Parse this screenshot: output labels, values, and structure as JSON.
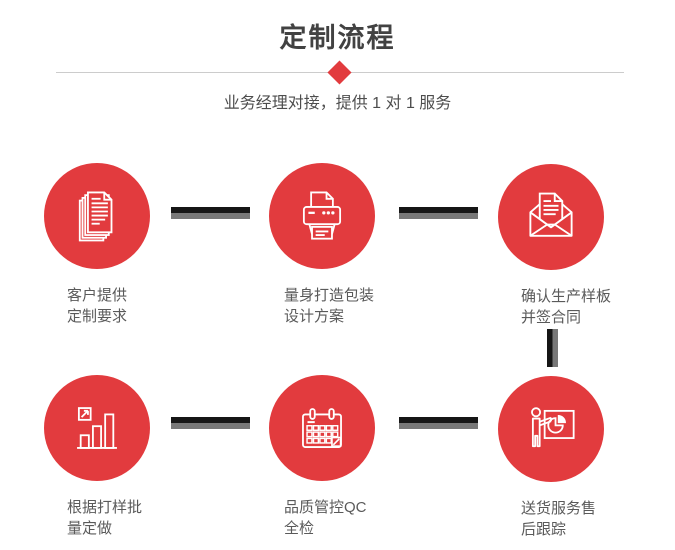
{
  "header": {
    "title": "定制流程",
    "subtitle": "业务经理对接，提供 1 对 1 服务"
  },
  "steps": [
    {
      "icon": "documents-icon",
      "label": "客户提供\n定制要求"
    },
    {
      "icon": "printer-icon",
      "label": "量身打造包装\n设计方案"
    },
    {
      "icon": "envelope-icon",
      "label": "确认生产样板\n并签合同"
    },
    {
      "icon": "bar-chart-icon",
      "label": "根据打样批\n量定做"
    },
    {
      "icon": "calendar-icon",
      "label": "品质管控QC\n全检"
    },
    {
      "icon": "presentation-icon",
      "label": "送货服务售\n后跟踪"
    }
  ],
  "colors": {
    "accent_red": "#e23b3e",
    "connector_dark": "#161616",
    "connector_gray": "#787878",
    "title_text": "#424242",
    "subtitle_text": "#4d4d4d",
    "label_text": "#5a5a5a",
    "divider": "#cccccc",
    "icon_stroke": "#ffffff"
  }
}
